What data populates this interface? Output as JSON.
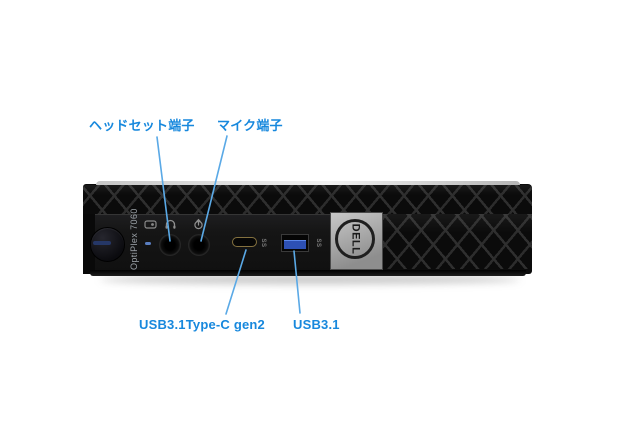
{
  "annotations": {
    "label_color": "#1788dd",
    "line_color": "#5aa9e6",
    "headset": {
      "label": "ヘッドセット端子"
    },
    "mic": {
      "label": "マイク端子"
    },
    "usb_c": {
      "label": "USB3.1Type-C gen2"
    },
    "usb_a": {
      "label": "USB3.1"
    }
  },
  "device": {
    "brand": "DELL",
    "model": "OptiPlex 7060",
    "front_ports": {
      "usb_c_marking": "SS",
      "usb_a_marking": "SS"
    },
    "colors": {
      "chassis_black": "#0c0c0c",
      "front_panel": "#151515",
      "badge_plate_silver": "#b0b0b0",
      "usb_tongue_blue": "#2d50b4",
      "power_slot_navy": "#253767"
    }
  }
}
